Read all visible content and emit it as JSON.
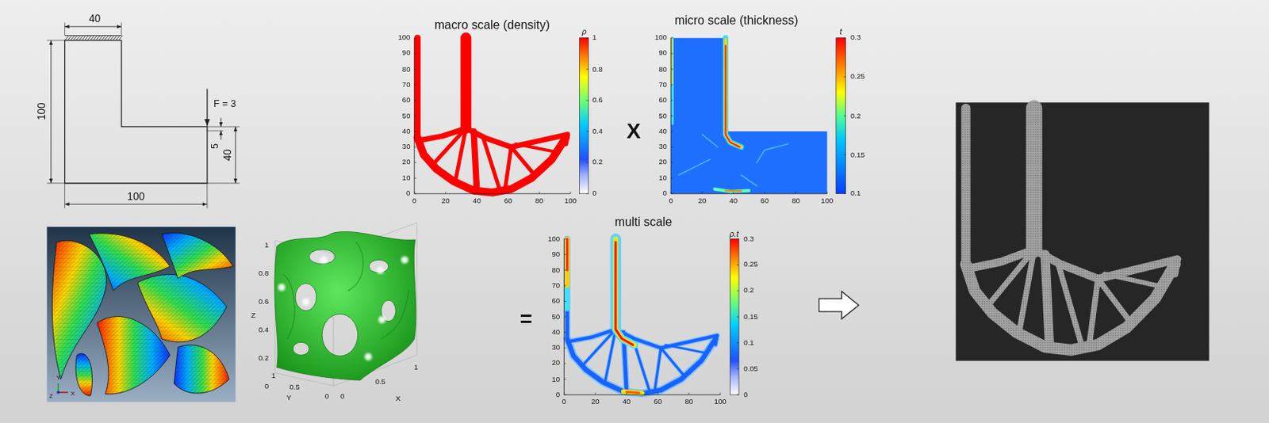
{
  "diagram": {
    "labels": [
      "40",
      "100",
      "100",
      "F = 3",
      "5",
      "40",
      "macro scale (density)",
      "100",
      "90",
      "80",
      "70",
      "60",
      "50",
      "40",
      "30",
      "20",
      "10",
      "0",
      "0",
      "20",
      "40",
      "60",
      "80",
      "100",
      "ρ",
      "1",
      "0.8",
      "0.6",
      "0.4",
      "0.2",
      "0",
      "X",
      "micro scale (thickness)",
      "100",
      "90",
      "80",
      "70",
      "60",
      "50",
      "40",
      "30",
      "20",
      "10",
      "0",
      "0",
      "20",
      "40",
      "60",
      "80",
      "100",
      "t",
      "0.3",
      "0.25",
      "0.2",
      "0.15",
      "0.1",
      "=",
      "multi scale",
      "100",
      "90",
      "80",
      "70",
      "60",
      "50",
      "40",
      "30",
      "20",
      "10",
      "0",
      "0",
      "20",
      "40",
      "60",
      "80",
      "100",
      "ρ.t",
      "0.3",
      "0.25",
      "0.2",
      "0.15",
      "0.1",
      "0.05",
      "0",
      "1",
      "0.8",
      "0.6",
      "0.4",
      "0.2",
      "0",
      "Z",
      "1",
      "0.5",
      "0",
      "Y",
      "0",
      "0.5",
      "1",
      "X",
      "Y",
      "Z",
      "X"
    ]
  }
}
